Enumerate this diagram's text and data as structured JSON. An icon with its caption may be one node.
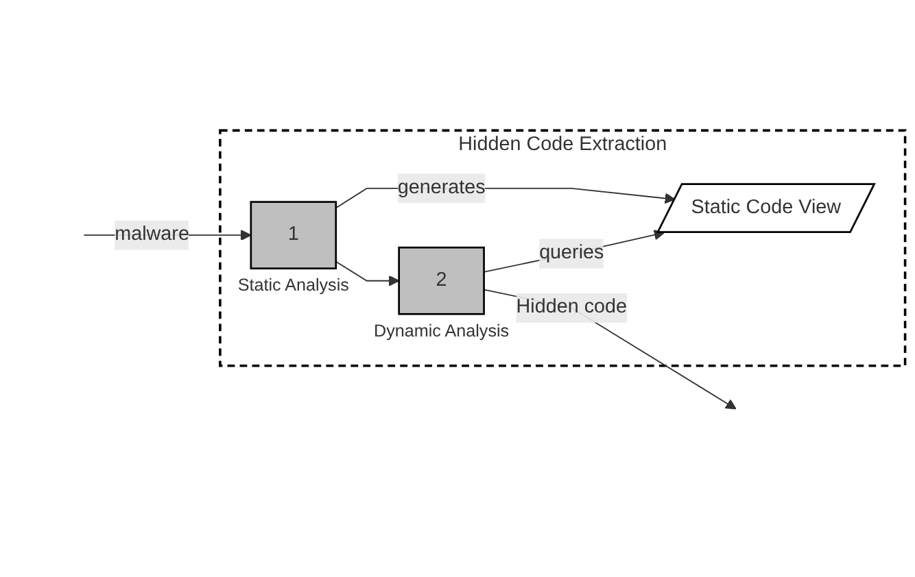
{
  "diagram": {
    "nodes": [
      {
        "text": [
          "Hidden Code Extraction"
        ]
      },
      {
        "text": [
          "Static Code View"
        ],
        "in": 0
      },
      {
        "text": [
          "1"
        ],
        "in": 0,
        "beside": [
          "Static Analysis"
        ]
      },
      {
        "text": [
          "2"
        ],
        "in": 0,
        "beside": [
          "Dynamic Analysis"
        ]
      }
    ],
    "edges": [
      {
        "from": null,
        "to": 2,
        "arrow": "to",
        "label": "malware"
      },
      {
        "from": 2,
        "to": 1,
        "arrow": "to",
        "label": "generates"
      },
      {
        "from": 3,
        "to": 1,
        "arrow": "to",
        "label": "queries"
      },
      {
        "from": 2,
        "to": 3,
        "arrow": "to"
      },
      {
        "from": 3,
        "to": null,
        "arrow": "to",
        "label": "Hidden code"
      }
    ]
  }
}
